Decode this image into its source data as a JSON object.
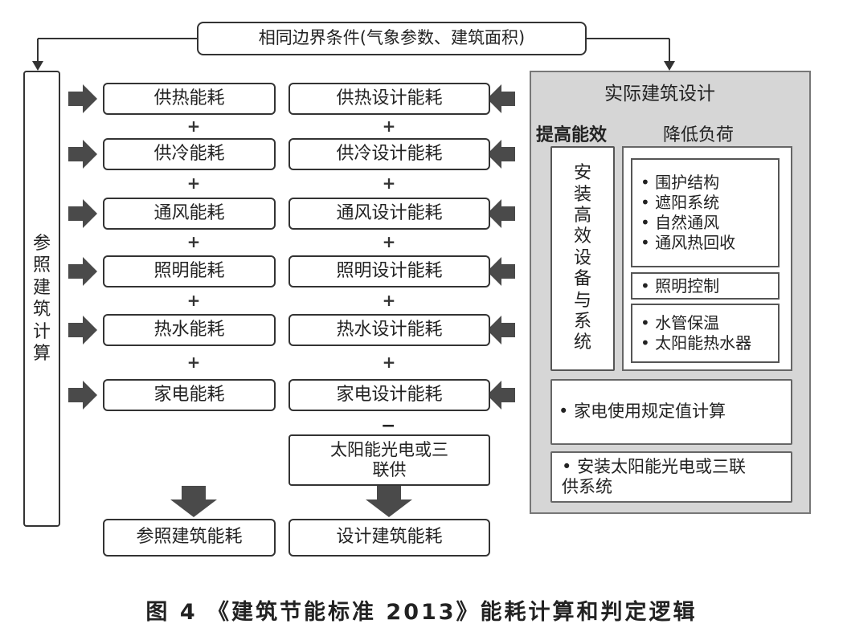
{
  "header": {
    "condition": "相同边界条件(气象参数、建筑面积)"
  },
  "reference_calc_label": "参照建筑计算",
  "reference_items": [
    "供热能耗",
    "供冷能耗",
    "通风能耗",
    "照明能耗",
    "热水能耗",
    "家电能耗"
  ],
  "design_items": [
    "供热设计能耗",
    "供冷设计能耗",
    "通风设计能耗",
    "照明设计能耗",
    "热水设计能耗",
    "家电设计能耗"
  ],
  "plus_sign": "+",
  "minus_sign": "−",
  "solar_item": "太阳能光电或三联供",
  "reference_total": "参照建筑能耗",
  "design_total": "设计建筑能耗",
  "actual_design": {
    "title": "实际建筑设计",
    "efficiency_label": "提高能效",
    "load_label": "降低负荷",
    "efficiency_box": "安装高效设备与系统",
    "load_group1": [
      "围护结构",
      "遮阳系统",
      "自然通风",
      "通风热回收"
    ],
    "load_group2": [
      "照明控制"
    ],
    "load_group3": [
      "水管保温",
      "太阳能热水器"
    ],
    "appliance": "家电使用规定值计算",
    "solar_install": "安装太阳能光电或三联供系统"
  },
  "caption": "图 4 《建筑节能标准 2013》能耗计算和判定逻辑",
  "colors": {
    "arrow": "#4a4a4a",
    "panel": "#d6d6d6"
  }
}
